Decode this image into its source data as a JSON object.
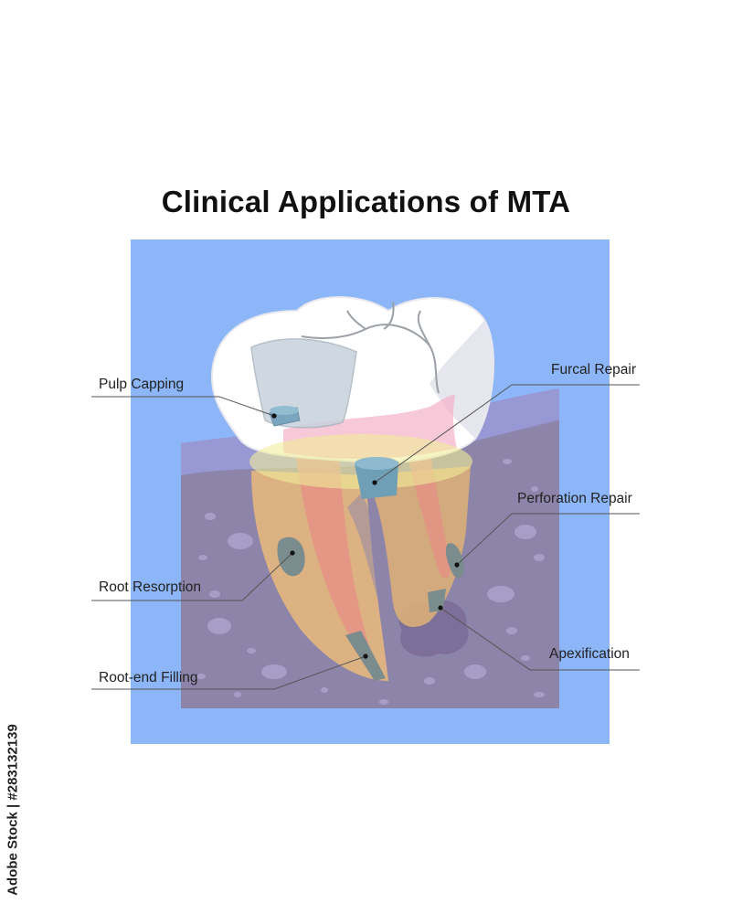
{
  "title": "Clinical Applications of MTA",
  "labels": {
    "pulp_capping": "Pulp Capping",
    "furcal_repair": "Furcal Repair",
    "perforation_repair": "Perforation Repair",
    "root_resorption": "Root Resorption",
    "apexification": "Apexification",
    "root_end_filling": "Root-end Filling"
  },
  "stock_id": "Adobe Stock | #283132139",
  "colors": {
    "background_panel": "#8cb6f7",
    "tissue": "#8d84a9",
    "gum": "#9a93cf",
    "enamel": "#ffffff",
    "root": "#e5b77d",
    "pulp": "#f0a0b8",
    "mta": "#85a2ac"
  }
}
